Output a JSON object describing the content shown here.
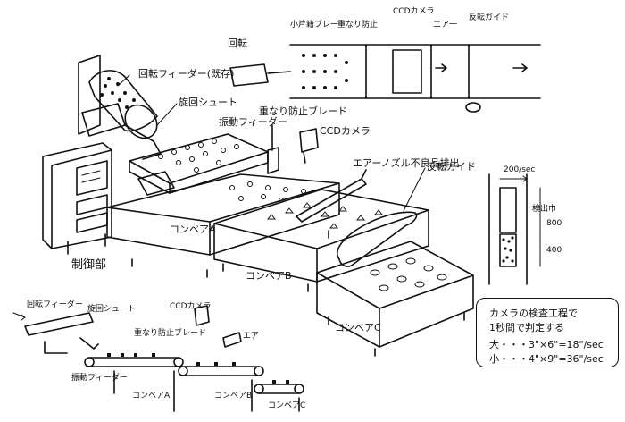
{
  "labels": {
    "rotary_feeder_main": "回転フィーダー(既存)",
    "swirl_chute": "旋回シュート",
    "vib_feeder": "振動フィーダー",
    "overlap_blade": "重なり防止ブレード",
    "ccd_camera": "CCDカメラ",
    "air_nozzle": "エアーノズル不良品排出",
    "reverse_guide": "反転ガイド",
    "conveyor_a": "コンベアA",
    "conveyor_b": "コンベアB",
    "conveyor_c": "コンベアC",
    "control_unit": "制御部",
    "inset_rotation": "回転",
    "inset_small_feeder": "小片籍ブレ一",
    "inset_overlap": "重なり防止",
    "inset_ccd": "CCDカメラ",
    "inset_air": "エア一",
    "inset_reverse": "反転ガイド",
    "speed_label": "200/sec",
    "dim_1": "800",
    "dim_2": "400",
    "dim_side": "検出巾",
    "side_rotary": "回転フィーダー",
    "side_chute": "旋回シュート",
    "side_vib": "振動フィーダー",
    "side_overlap": "重なり防止ブレード",
    "side_ccd": "CCDカメラ",
    "side_air": "エア",
    "side_conv_a": "コンベアA",
    "side_conv_b": "コンベアB",
    "side_conv_c": "コンベアC"
  },
  "note": {
    "line1": "カメラの検査工程で",
    "line2": "1秒間で判定する",
    "line3": "大・・・3\"×6\"=18\"/sec",
    "line4": "小・・・4\"×9\"=36\"/sec"
  }
}
